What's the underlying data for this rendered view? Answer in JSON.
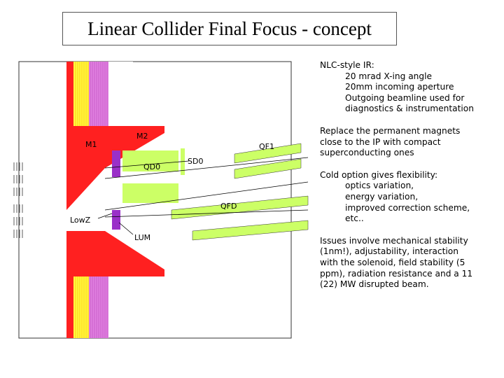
{
  "title": "Linear Collider Final Focus - concept",
  "diagram": {
    "labels": {
      "m1": "M1",
      "m2": "M2",
      "qd0": "QD0",
      "sd0": "SD0",
      "qf1": "QF1",
      "qfd": "QFD",
      "lowz": "LowZ",
      "lum": "LUM"
    },
    "colors": {
      "magnet_red": "#ff2020",
      "yoke_magenta": "#e080e0",
      "coil_yellow": "#ffff40",
      "coil_orange": "#ffb000",
      "quad_green": "#ccff66",
      "quad_purple": "#9a30c8"
    }
  },
  "notes": {
    "nlc": {
      "heading": "NLC-style IR:",
      "items": [
        "20 mrad X-ing angle",
        "20mm incoming aperture",
        "Outgoing beamline used for",
        "diagnostics & instrumentation"
      ]
    },
    "replace": [
      "Replace the permanent magnets",
      "close to the IP with compact",
      "superconducting ones"
    ],
    "cold": {
      "heading": "Cold option gives flexibility:",
      "items": [
        "optics variation,",
        "energy variation,",
        "improved correction scheme,",
        "etc.."
      ]
    },
    "issues": [
      "Issues involve mechanical stability",
      "(1nm!), adjustability, interaction",
      "with the solenoid, field stability (5",
      "ppm), radiation resistance and a 11",
      "(22) MW disrupted beam."
    ]
  }
}
